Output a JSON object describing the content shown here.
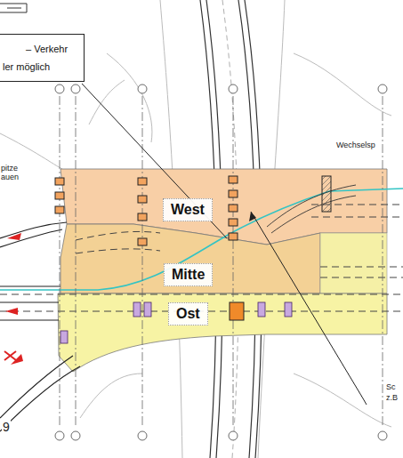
{
  "diagram": {
    "nodes": [
      {
        "text": [
          "– Verkehr ler möglich"
        ]
      },
      {
        "text": [
          "West"
        ]
      },
      {
        "text": [
          "Mitte"
        ]
      },
      {
        "text": [
          "Ost"
        ]
      }
    ],
    "labels": [
      "Wechselsp",
      "pitze",
      "auen",
      "Sc",
      "z.B",
      "9"
    ]
  }
}
